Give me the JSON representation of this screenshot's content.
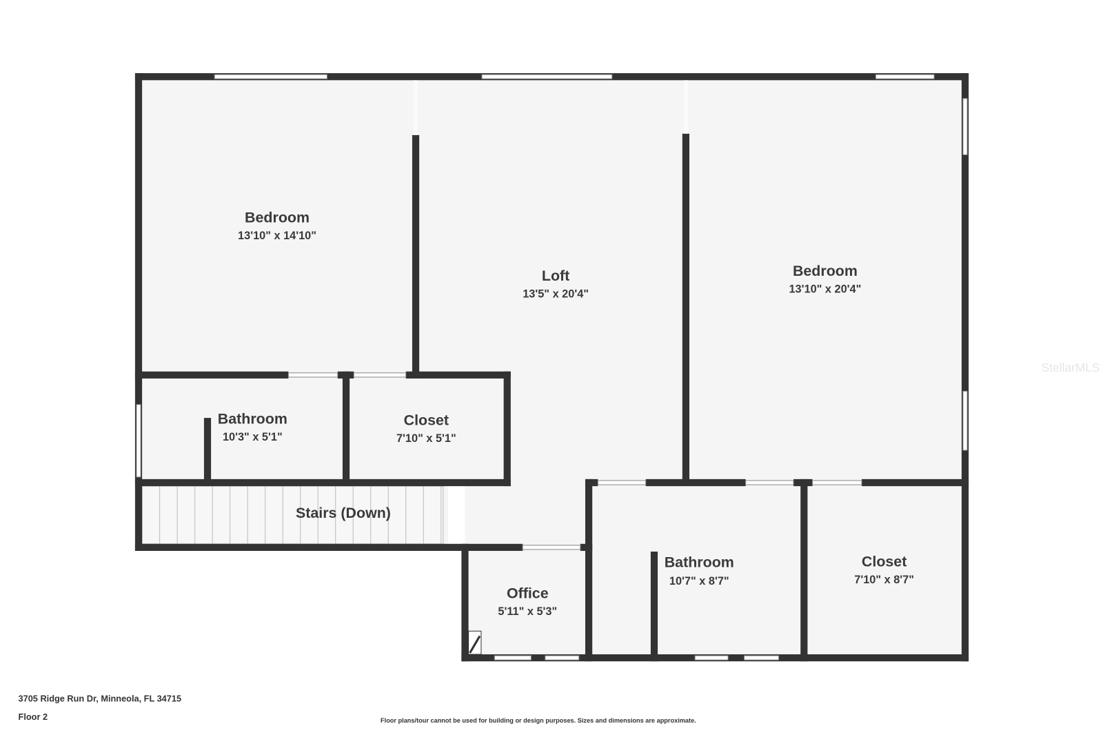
{
  "rooms": {
    "bedroom_1": {
      "name": "Bedroom",
      "dims": "13'10\" x 14'10\""
    },
    "loft": {
      "name": "Loft",
      "dims": "13'5\" x 20'4\""
    },
    "bedroom_2": {
      "name": "Bedroom",
      "dims": "13'10\" x 20'4\""
    },
    "bathroom_1": {
      "name": "Bathroom",
      "dims": "10'3\" x 5'1\""
    },
    "closet_1": {
      "name": "Closet",
      "dims": "7'10\" x 5'1\""
    },
    "stairs": {
      "name": "Stairs (Down)"
    },
    "office": {
      "name": "Office",
      "dims": "5'11\" x 5'3\""
    },
    "bathroom_2": {
      "name": "Bathroom",
      "dims": "10'7\" x 8'7\""
    },
    "closet_2": {
      "name": "Closet",
      "dims": "7'10\" x 8'7\""
    }
  },
  "footer": {
    "address": "3705 Ridge Run Dr, Minneola, FL 34715",
    "floor": "Floor 2",
    "disclaimer": "Floor plans/tour cannot be used for building or design purposes. Sizes and dimensions are approximate."
  },
  "watermark": "StellarMLS",
  "colors": {
    "wall": "#333333",
    "floor": "#f5f5f5",
    "background": "#ffffff"
  }
}
